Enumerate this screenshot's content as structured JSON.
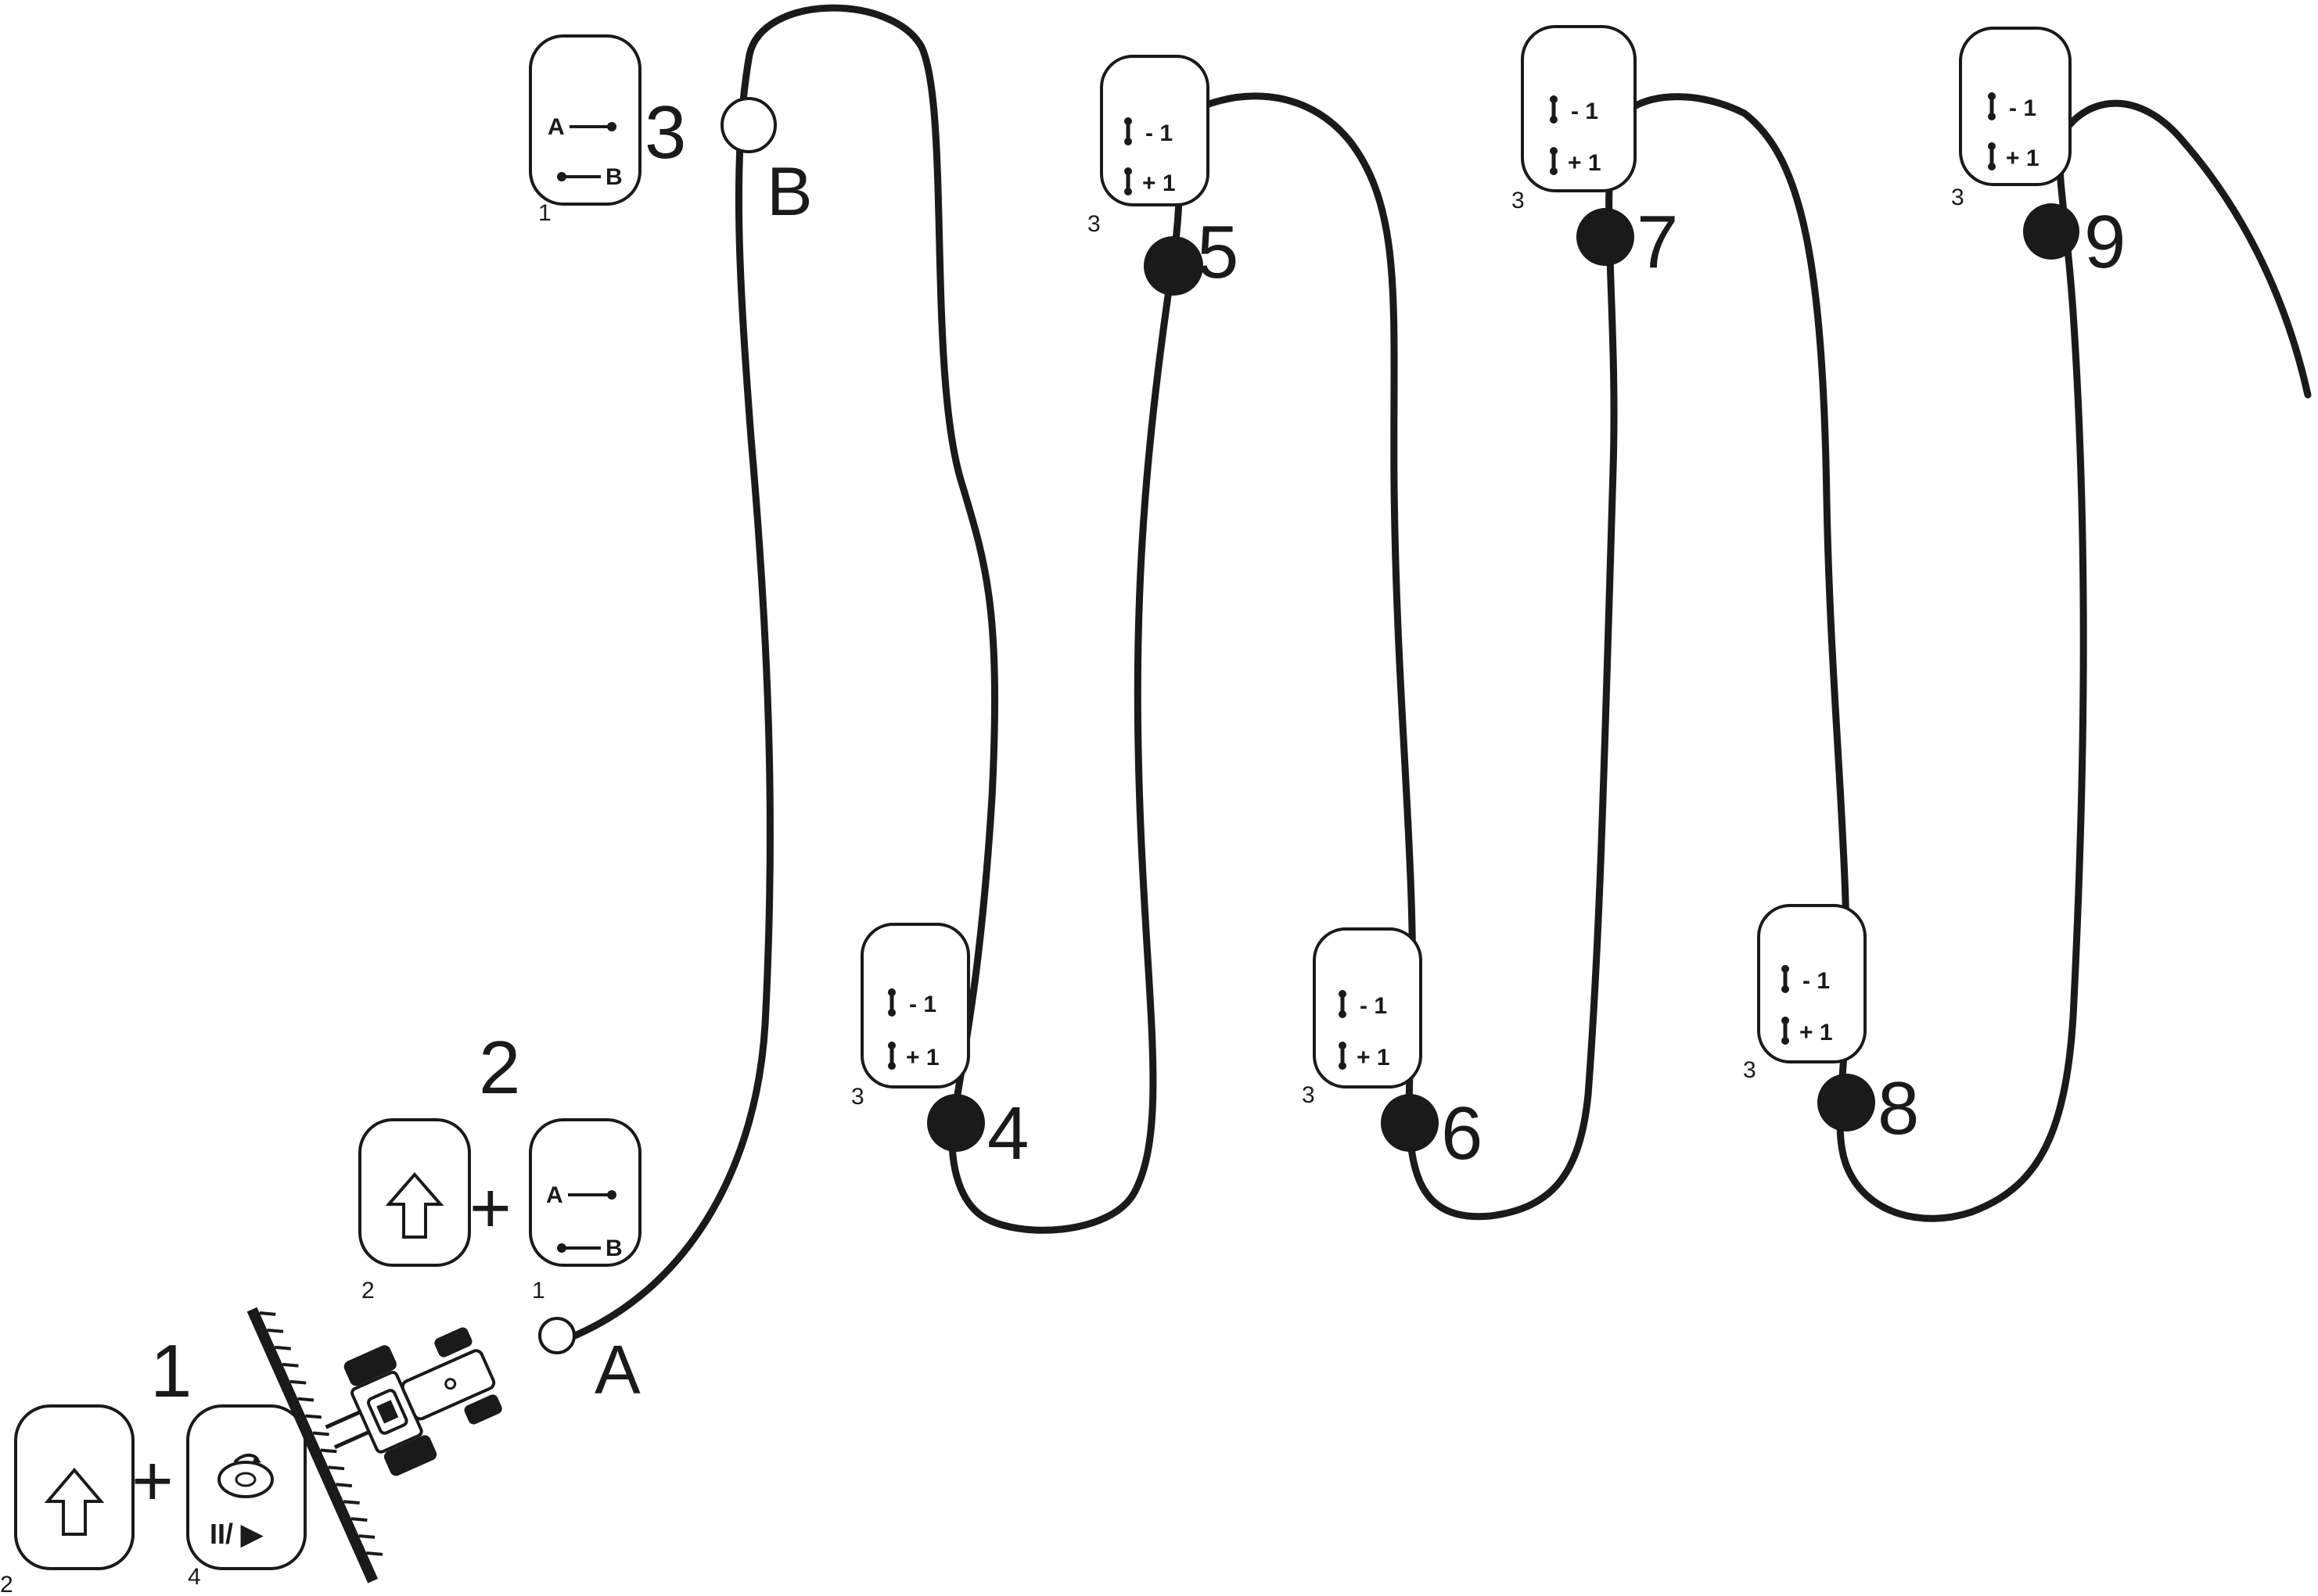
{
  "steps": {
    "step1": "1",
    "step2": "2",
    "step3": "3",
    "step4": "4",
    "step5": "5",
    "step6": "6",
    "step7": "7",
    "step8": "8",
    "step9": "9"
  },
  "points": {
    "a": "A",
    "b": "B"
  },
  "buttons": {
    "shift_index": "2",
    "pause_resume_label": "II/ ▶",
    "pause_resume_index": "4",
    "ab_a_label": "A",
    "ab_b_label": "B",
    "ab_index": "1",
    "track_minus_label": "- 1",
    "track_plus_label": "+ 1",
    "track_index": "3"
  },
  "operators": {
    "plus": "+"
  },
  "colors": {
    "line": "#1a1a1a",
    "waypoint_fill": "#1a1a1a",
    "background": "#ffffff"
  },
  "icons": {
    "shift": "shift-arrow-icon",
    "pause_resume": "steering-wheel-icon",
    "ab_line": "ab-line-icon",
    "track_shift": "track-shift-icon",
    "vehicle": "tractor-icon"
  }
}
